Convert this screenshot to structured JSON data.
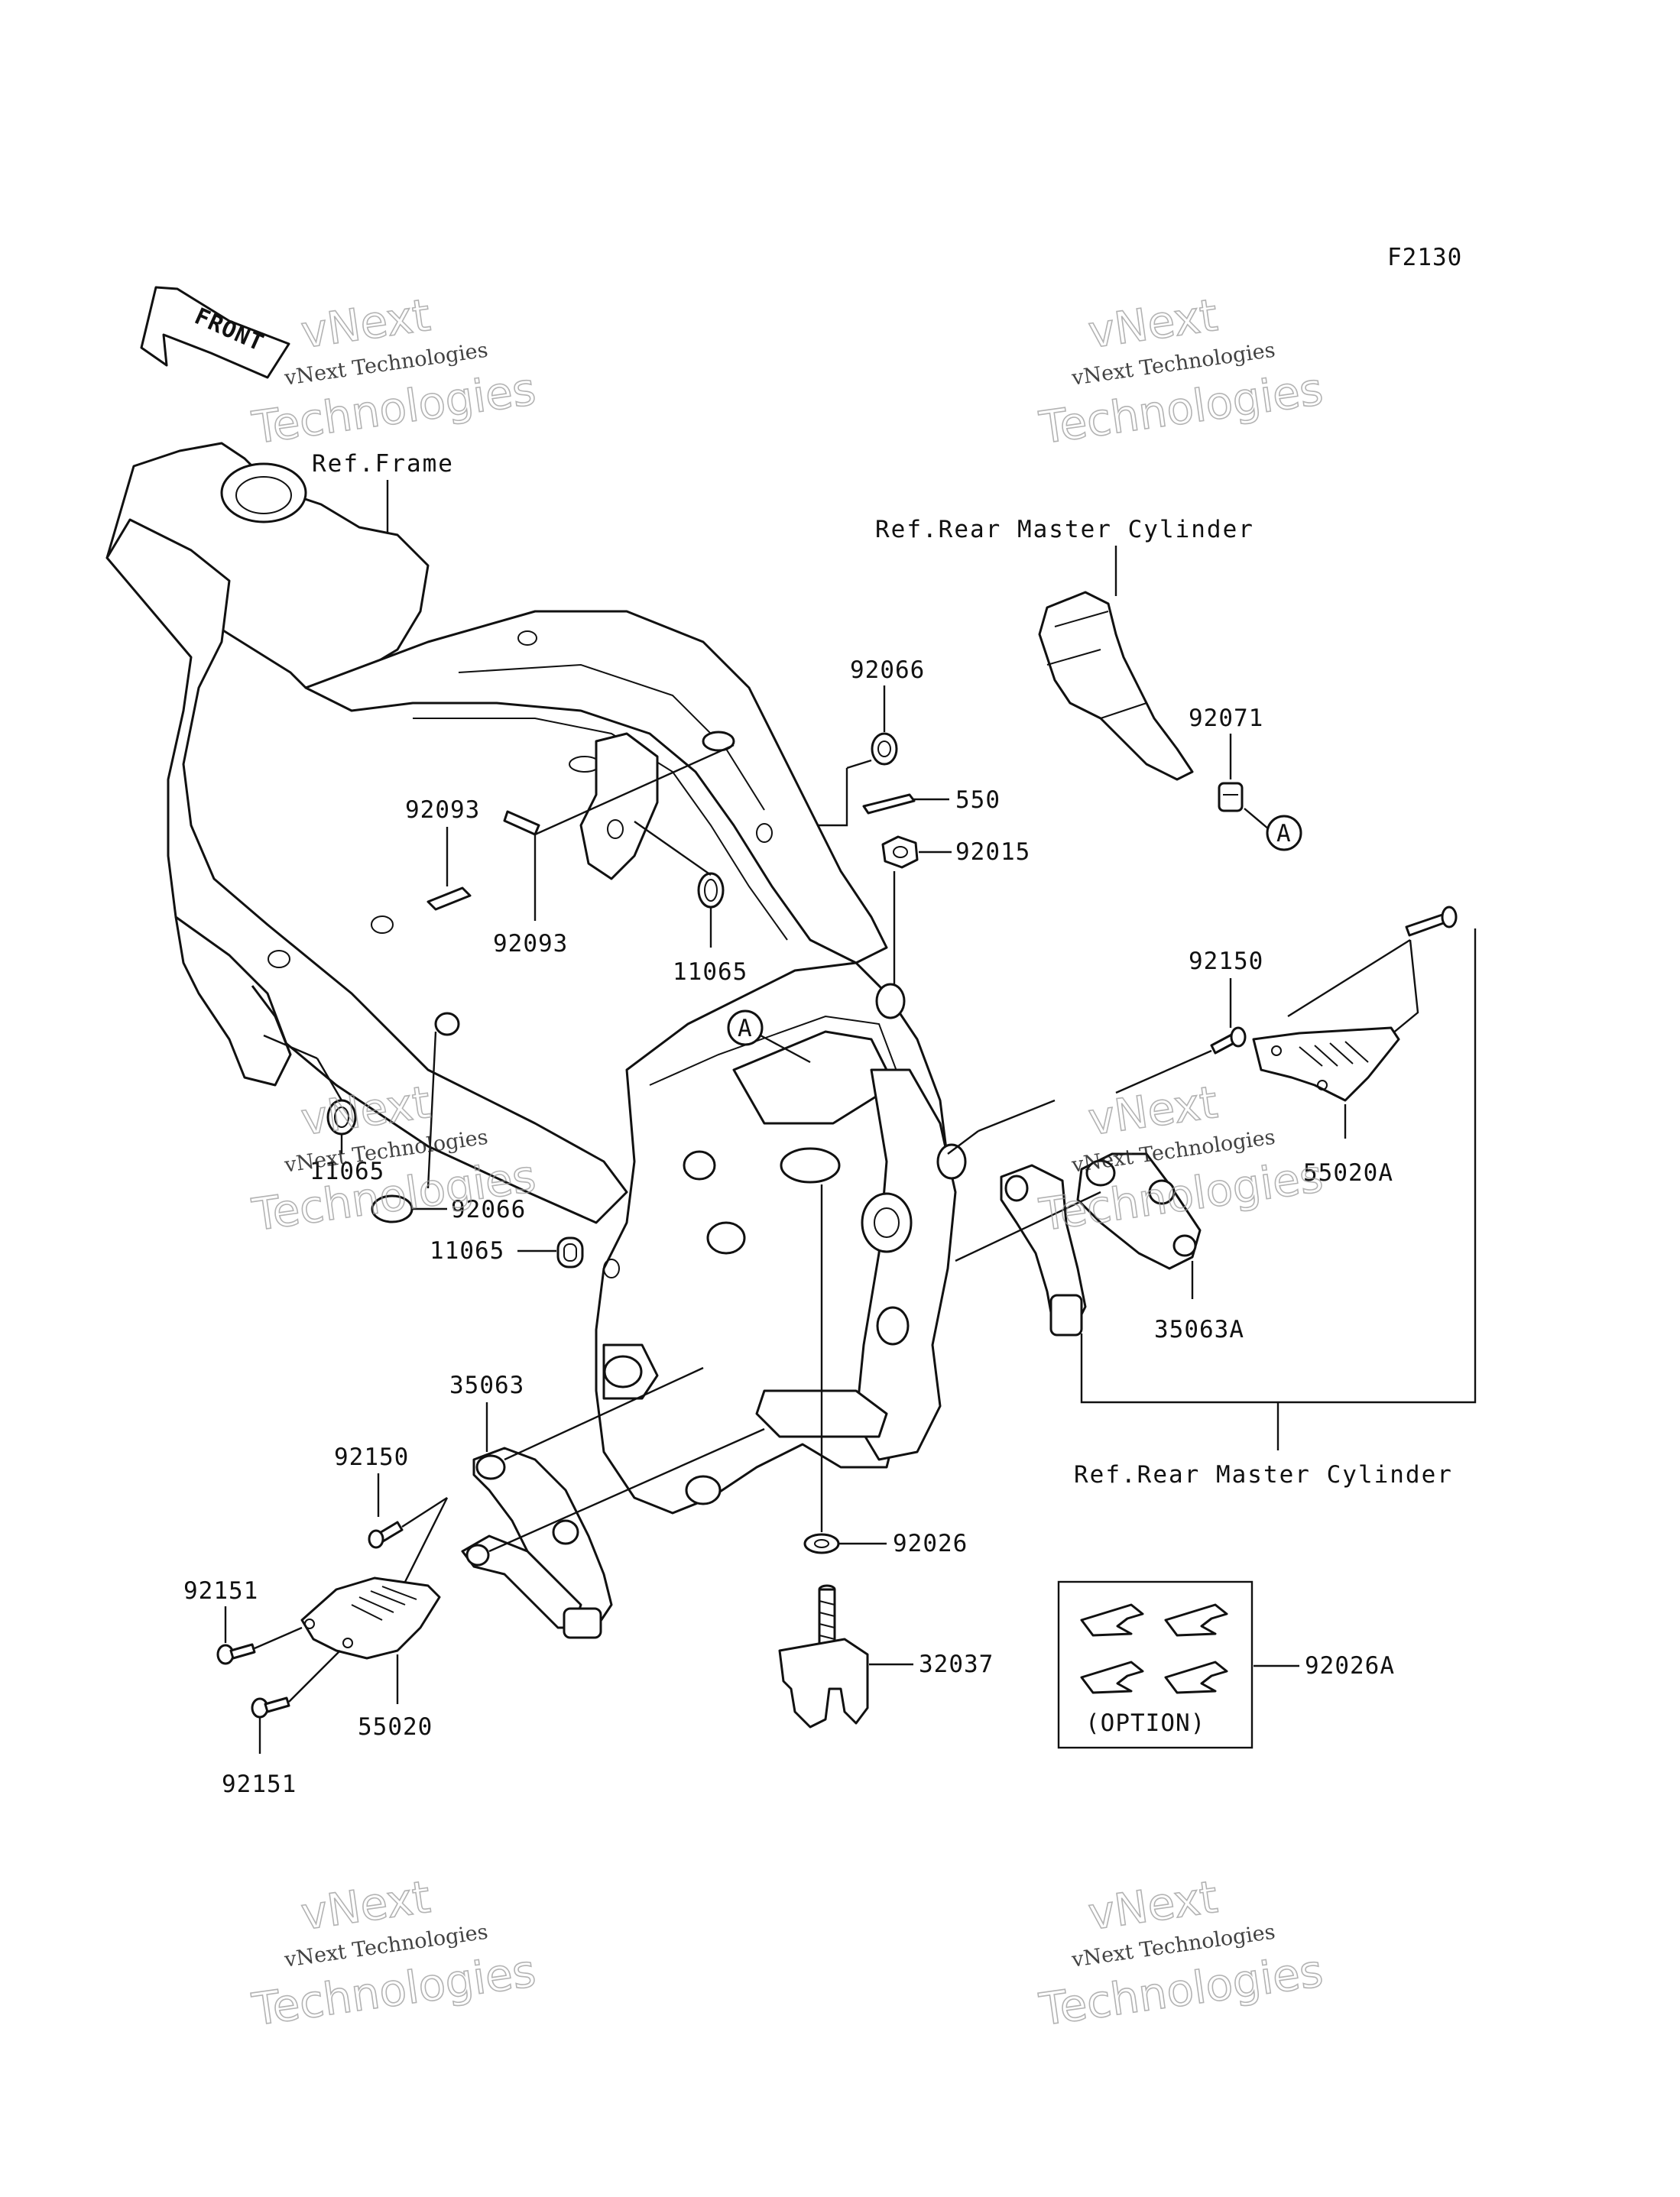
{
  "figure_code": "F2130",
  "front_arrow": "FRONT",
  "watermark": {
    "line1": "vNext",
    "line2": "vNext Technologies",
    "line3": "Technologies"
  },
  "refs": {
    "frame": "Ref.Frame",
    "rear_master_cylinder_top": "Ref.Rear Master Cylinder",
    "rear_master_cylinder_bottom": "Ref.Rear Master Cylinder"
  },
  "callout_letter": "A",
  "option_label": "(OPTION)",
  "parts": {
    "p92066_top": "92066",
    "p550": "550",
    "p92015": "92015",
    "p92071": "92071",
    "p92093_left": "92093",
    "p92093_center": "92093",
    "p11065_center": "11065",
    "p11065_left": "11065",
    "p92066_left": "92066",
    "p11065_lower": "11065",
    "p92150_right": "92150",
    "p55020A": "55020A",
    "p35063A": "35063A",
    "p35063": "35063",
    "p92150_left": "92150",
    "p92151_top": "92151",
    "p92151_bottom": "92151",
    "p55020": "55020",
    "p92026": "92026",
    "p32037": "32037",
    "p92026A": "92026A"
  }
}
